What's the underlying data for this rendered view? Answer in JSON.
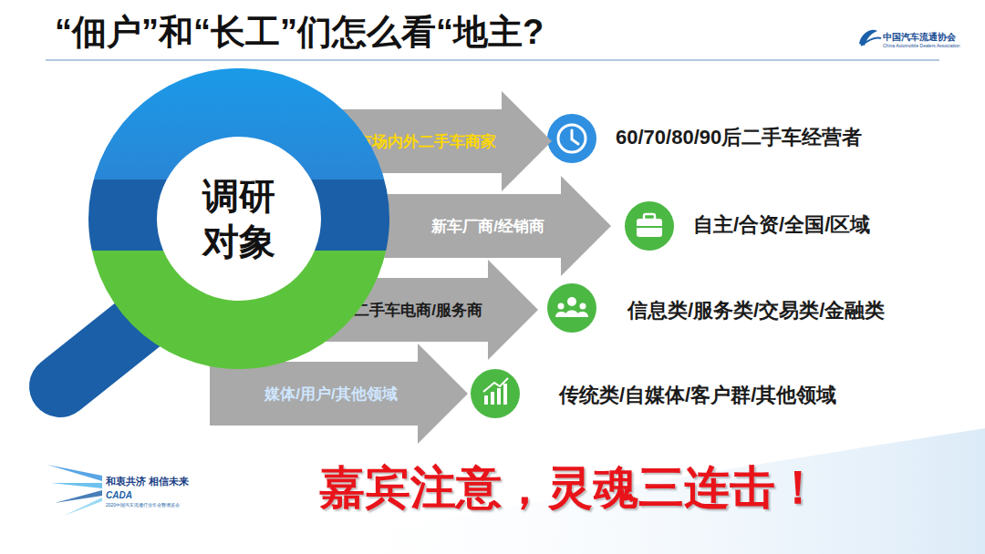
{
  "diagram": {
    "title": "“佃户”和“长工”们怎么看“地主?",
    "nodes": [
      {
        "text": [
          "调研 对象"
        ]
      },
      {
        "text": [
          "市场内外二手车商家"
        ]
      },
      {
        "text": [
          "新车厂商/经销商"
        ]
      },
      {
        "text": [
          "二手车电商/服务商"
        ]
      },
      {
        "text": [
          "媒体/用户/其他领域"
        ]
      }
    ],
    "labels": [
      "中国汽车流通协会",
      "China Automobile Dealers Association",
      "60/70/80/90后二手车经营者",
      "自主/合资/全国/区域",
      "信息类/服务类/交易类/金融类",
      "传统类/自媒体/客户群/其他领域",
      "嘉宾注意，灵魂三连击！",
      "和衷共济 相信未来",
      "CADA",
      "2020中国汽车流通行业年会暨博览会"
    ]
  }
}
